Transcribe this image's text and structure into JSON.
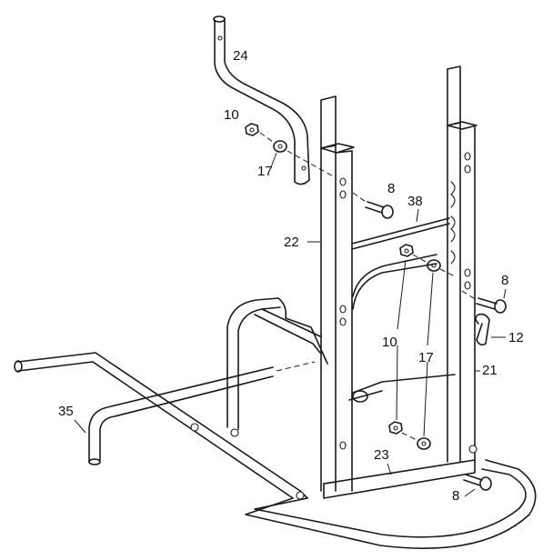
{
  "callouts": {
    "c24": "24",
    "c10a": "10",
    "c17a": "17",
    "c8a": "8",
    "c38": "38",
    "c22": "22",
    "c8b": "8",
    "c12": "12",
    "c10b": "10",
    "c17b": "17",
    "c21": "21",
    "c35": "35",
    "c23": "23",
    "c8c": "8"
  },
  "colors": {
    "line": "#1a1a1a",
    "background": "#ffffff"
  }
}
